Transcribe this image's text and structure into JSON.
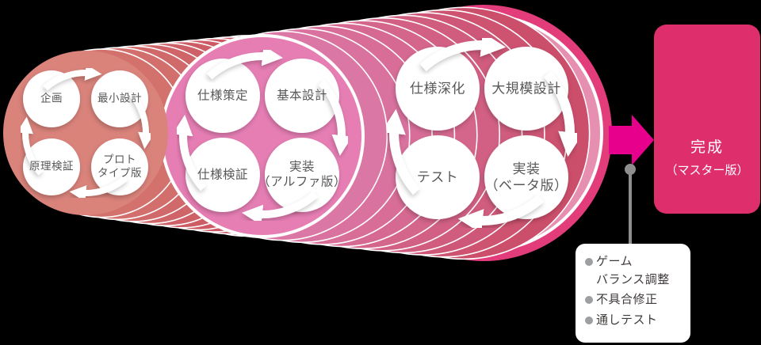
{
  "colors": {
    "phase1_fill": "#D9837B",
    "tunnel1_start": "#D4766E",
    "tunnel1_end": "#C7485E",
    "phase2_fill": "#E67EB4",
    "tunnel2_start": "#DD7BAC",
    "tunnel2_end": "#C94A63",
    "phase3_fill": "#E78FB0",
    "phase3_ring": "#E23C7B",
    "step_circle": "#FFFFFF",
    "cycle_arrow": "#FFFFFF",
    "to_master_arrow": "#E6008C",
    "master_box": "#DE2F6C",
    "master_text": "#FFFFFF",
    "step_text": "#595757",
    "note_text": "#3E3A39",
    "note_bullet": "#9E9FA0",
    "note_bg": "#FFFFFF",
    "connector": "#8E8E8F",
    "background": "#000000"
  },
  "phases": [
    {
      "steps": {
        "tl": "企画",
        "tr": "最小設計",
        "bl": "原理検証",
        "br": [
          "プロト",
          "タイプ版"
        ]
      }
    },
    {
      "steps": {
        "tl": "仕様策定",
        "tr": "基本設計",
        "bl": "仕様検証",
        "br": [
          "実装",
          "（アルファ版）"
        ]
      }
    },
    {
      "steps": {
        "tl": "仕様深化",
        "tr": "大規模設計",
        "bl": "テスト",
        "br": [
          "実装",
          "（ベータ版）"
        ]
      }
    }
  ],
  "master": {
    "line1": "完成",
    "line2": "（マスター版）"
  },
  "notes": {
    "items": [
      [
        "ゲーム",
        "バランス調整"
      ],
      [
        "不具合修正"
      ],
      [
        "通しテスト"
      ]
    ]
  }
}
